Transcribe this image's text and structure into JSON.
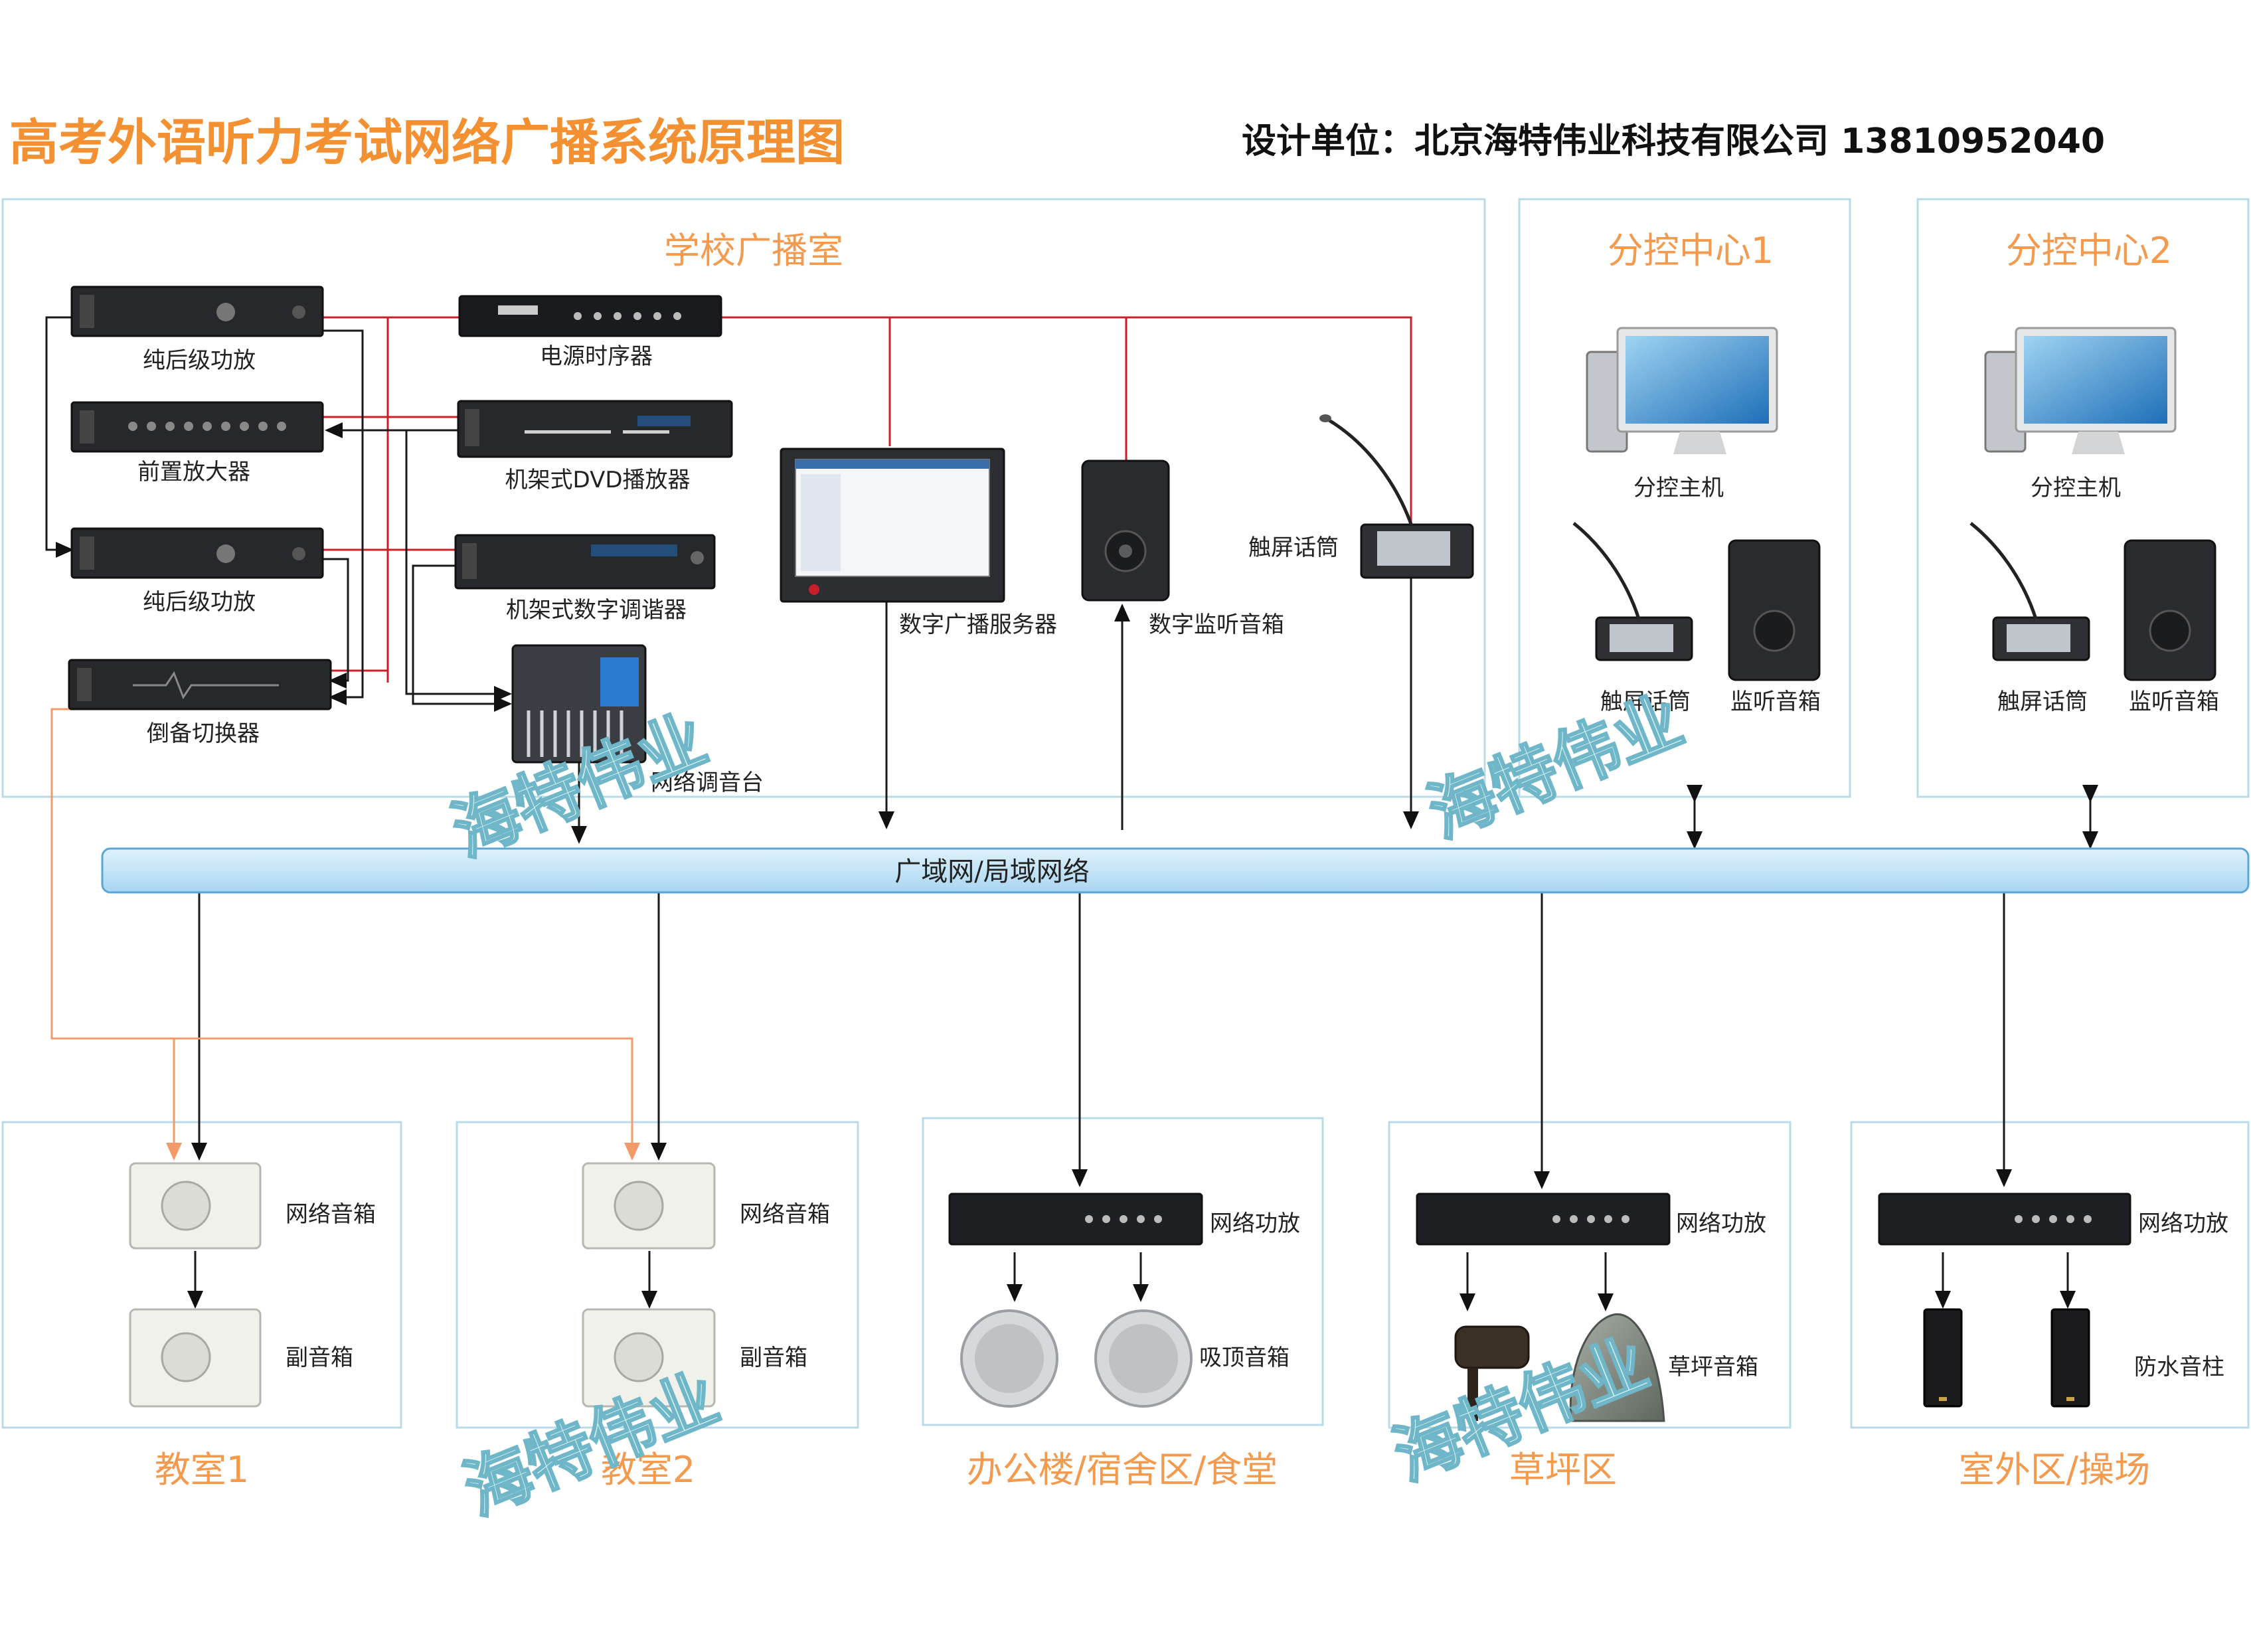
{
  "header": {
    "title": "高考外语听力考试网络广播系统原理图",
    "designer": "设计单位：北京海特伟业科技有限公司 13810952040",
    "accent": "#f39132"
  },
  "watermark": "海特伟业",
  "sections": {
    "broadcast_room": "学校广播室",
    "subcenter1": "分控中心1",
    "subcenter2": "分控中心2",
    "classroom1": "教室1",
    "classroom2": "教室2",
    "office": "办公楼/宿舍区/食堂",
    "lawn": "草坪区",
    "outdoor": "室外区/操场"
  },
  "network_label": "广域网/局域网络",
  "devices": {
    "power_amp_1": "纯后级功放",
    "preamp": "前置放大器",
    "power_amp_2": "纯后级功放",
    "backup_switch": "倒备切换器",
    "power_sequencer": "电源时序器",
    "dvd_player": "机架式DVD播放器",
    "tuner": "机架式数字调谐器",
    "mixer": "网络调音台",
    "server": "数字广播服务器",
    "monitor_speaker": "数字监听音箱",
    "touch_mic": "触屏话筒",
    "sub1_host": "分控主机",
    "sub1_mic": "触屏话筒",
    "sub1_speaker": "监听音箱",
    "sub2_host": "分控主机",
    "sub2_mic": "触屏话筒",
    "sub2_speaker": "监听音箱",
    "c1_net_speaker": "网络音箱",
    "c1_sub_speaker": "副音箱",
    "c2_net_speaker": "网络音箱",
    "c2_sub_speaker": "副音箱",
    "office_amp": "网络功放",
    "office_speaker": "吸顶音箱",
    "lawn_amp": "网络功放",
    "lawn_speaker": "草坪音箱",
    "outdoor_amp": "网络功放",
    "outdoor_speaker": "防水音柱"
  }
}
